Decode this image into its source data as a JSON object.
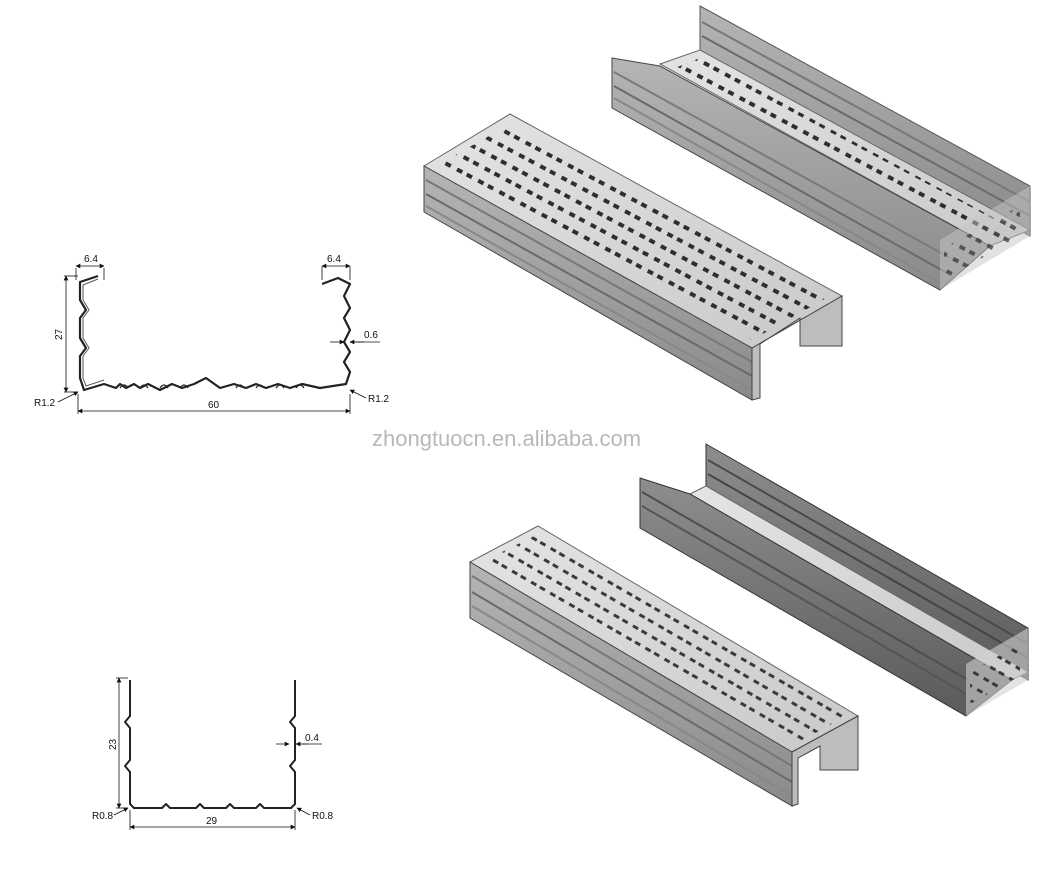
{
  "watermark": "zhongtuocn.en.alibaba.com",
  "profile_large": {
    "lip_left": "6.4",
    "lip_right": "6.4",
    "height": "27",
    "thickness": "0.6",
    "radius_left": "R1.2",
    "radius_right": "R1.2",
    "width": "60"
  },
  "profile_small": {
    "height": "23",
    "thickness": "0.4",
    "radius_left": "R0.8",
    "radius_right": "R0.8",
    "width": "29"
  },
  "colors": {
    "steel_light": "#d6d6d6",
    "steel_mid": "#a9a9a9",
    "steel_dark": "#6f6f6f",
    "line": "#222222",
    "watermark": "#b8b8b8"
  }
}
